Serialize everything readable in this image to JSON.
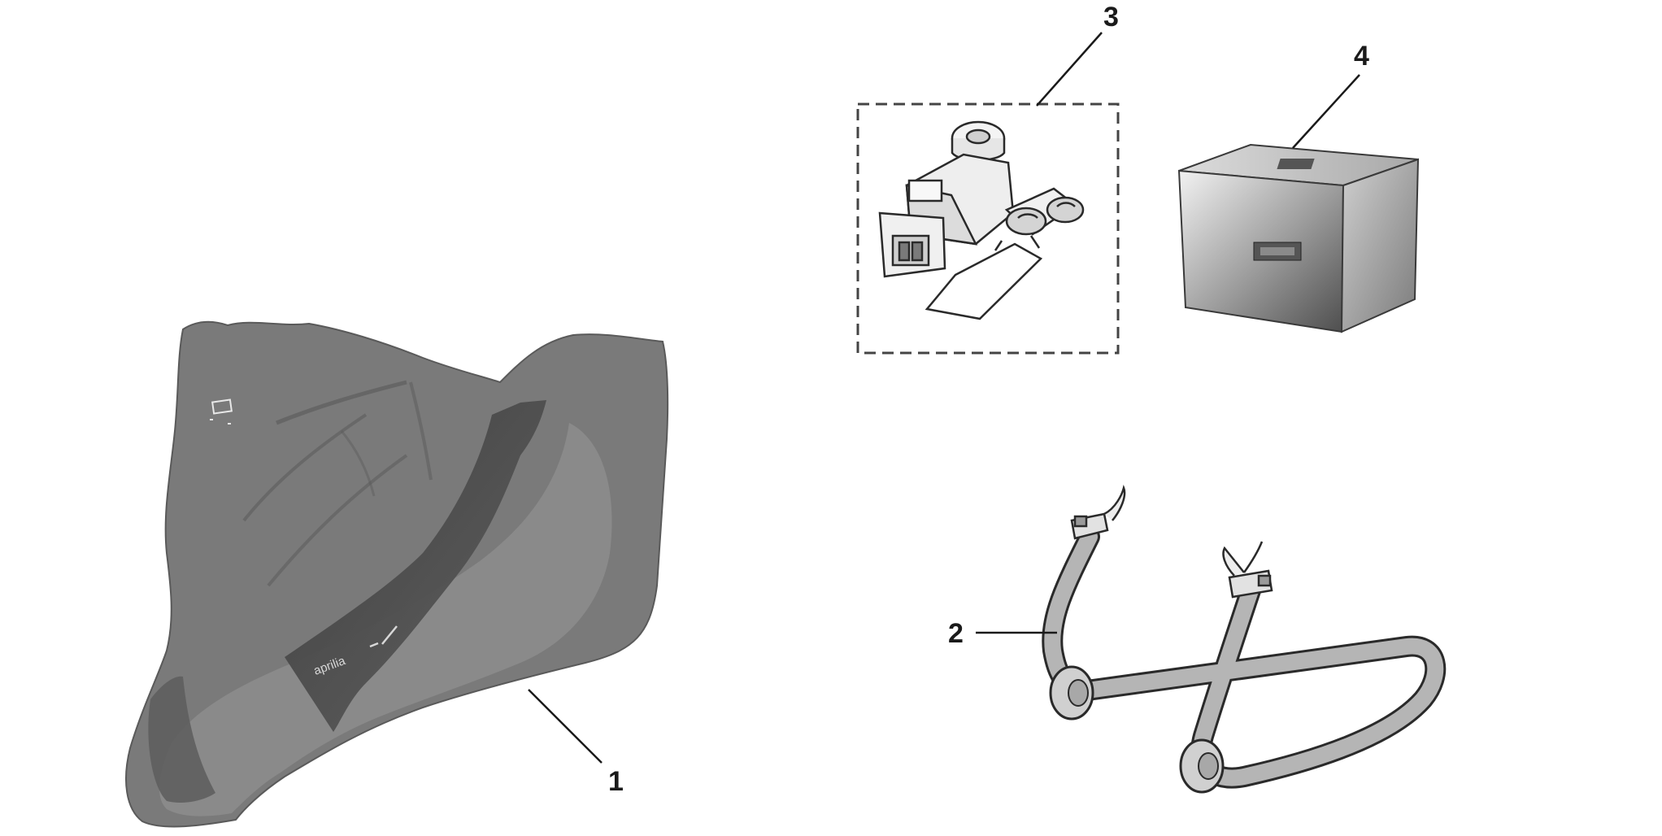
{
  "callouts": [
    {
      "id": "1",
      "label": "1"
    },
    {
      "id": "2",
      "label": "2"
    },
    {
      "id": "3",
      "label": "3"
    },
    {
      "id": "4",
      "label": "4"
    }
  ],
  "cover_logo_text": "aprilia",
  "colors": {
    "cover_dark": "#6b6b6b",
    "cover_mid": "#8a8a8a",
    "cover_panel": "#555555",
    "stand": "#b5b5b5",
    "outline": "#2a2a2a",
    "kit_box_dashed": "#444444"
  }
}
